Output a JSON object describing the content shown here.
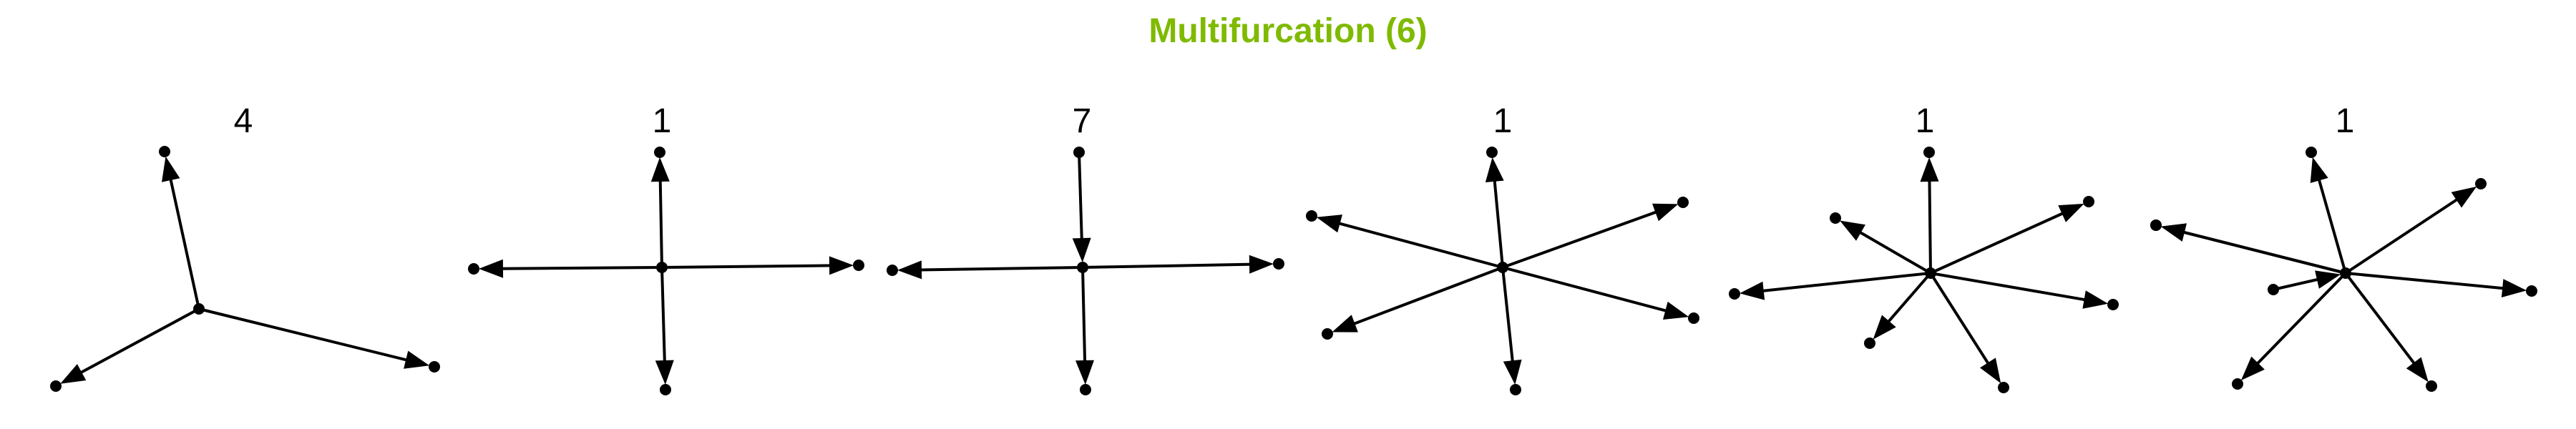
{
  "title": "Multifurcation (6)",
  "colors": {
    "title": "#7fba00",
    "edge": "#000000",
    "node": "#000000",
    "background": "#ffffff"
  },
  "panels": [
    {
      "label": "4",
      "edges": [
        {
          "from": "hub",
          "to": "a",
          "arrow": "to"
        },
        {
          "from": "hub",
          "to": "b",
          "arrow": "to"
        },
        {
          "from": "hub",
          "to": "c",
          "arrow": "to"
        }
      ]
    },
    {
      "label": "1",
      "edges": [
        {
          "from": "hub",
          "to": "a",
          "arrow": "to"
        },
        {
          "from": "hub",
          "to": "b",
          "arrow": "to"
        },
        {
          "from": "hub",
          "to": "c",
          "arrow": "to"
        },
        {
          "from": "hub",
          "to": "d",
          "arrow": "to"
        }
      ]
    },
    {
      "label": "7",
      "edges": [
        {
          "from": "a",
          "to": "hub",
          "arrow": "to"
        },
        {
          "from": "hub",
          "to": "b",
          "arrow": "to"
        },
        {
          "from": "hub",
          "to": "c",
          "arrow": "to"
        },
        {
          "from": "hub",
          "to": "d",
          "arrow": "to"
        }
      ]
    },
    {
      "label": "1",
      "edges": [
        {
          "from": "hub",
          "to": "a",
          "arrow": "to"
        },
        {
          "from": "hub",
          "to": "b",
          "arrow": "to"
        },
        {
          "from": "hub",
          "to": "c",
          "arrow": "to"
        },
        {
          "from": "hub",
          "to": "d",
          "arrow": "to"
        },
        {
          "from": "hub",
          "to": "e",
          "arrow": "to"
        },
        {
          "from": "hub",
          "to": "f",
          "arrow": "to"
        }
      ]
    },
    {
      "label": "1",
      "edges": [
        {
          "from": "hub",
          "to": "a",
          "arrow": "to"
        },
        {
          "from": "hub",
          "to": "b",
          "arrow": "to"
        },
        {
          "from": "hub",
          "to": "c",
          "arrow": "to"
        },
        {
          "from": "hub",
          "to": "d",
          "arrow": "to"
        },
        {
          "from": "hub",
          "to": "e",
          "arrow": "to"
        },
        {
          "from": "hub",
          "to": "f",
          "arrow": "to"
        },
        {
          "from": "hub",
          "to": "g",
          "arrow": "to"
        }
      ]
    },
    {
      "label": "1",
      "edges": [
        {
          "from": "hub",
          "to": "a",
          "arrow": "to"
        },
        {
          "from": "hub",
          "to": "b",
          "arrow": "to"
        },
        {
          "from": "hub",
          "to": "c",
          "arrow": "to"
        },
        {
          "from": "hub",
          "to": "d",
          "arrow": "to"
        },
        {
          "from": "hub",
          "to": "e",
          "arrow": "to"
        },
        {
          "from": "hub",
          "to": "f",
          "arrow": "to"
        },
        {
          "from": "hub",
          "to": "g",
          "arrow": "to"
        },
        {
          "from": "h",
          "to": "hub",
          "arrow": "to"
        }
      ]
    }
  ]
}
